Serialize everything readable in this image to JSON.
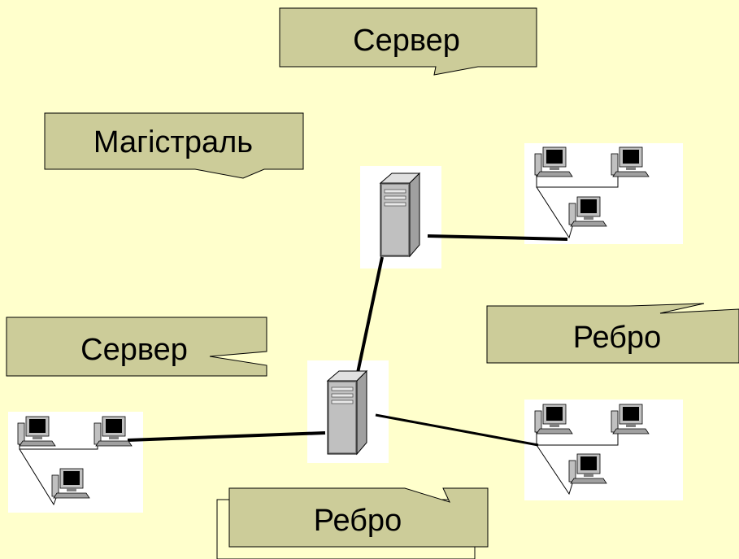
{
  "colors": {
    "background": "#ffffcc",
    "callout_fill": "#cccc99",
    "outline": "#000000",
    "tile": "#ffffff",
    "server_body": "#c0c0c0",
    "monitor_screen": "#000000"
  },
  "callouts": {
    "server_top": "Сервер",
    "backbone": "Магістраль",
    "edge_right": "Ребро",
    "server_left": "Сервер",
    "edge_bottom": "Ребро"
  },
  "icons": {
    "server": "server-tower-icon",
    "workstation": "desktop-computer-icon"
  }
}
